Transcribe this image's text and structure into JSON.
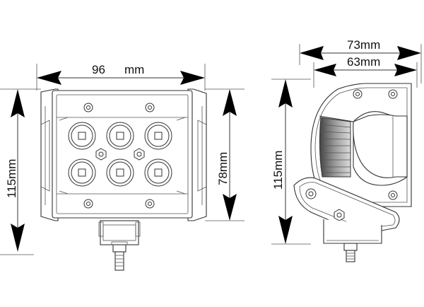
{
  "dimensions": {
    "front_width": {
      "number": "96",
      "unit": "mm"
    },
    "front_height": "115mm",
    "front_body_height": "78mm",
    "side_width_outer": "73mm",
    "side_width_inner": "63mm",
    "side_height": "115mm"
  },
  "colors": {
    "line": "#333333",
    "arrow": "#000000",
    "fin_shading": "#8a8a8a",
    "background": "#ffffff"
  }
}
